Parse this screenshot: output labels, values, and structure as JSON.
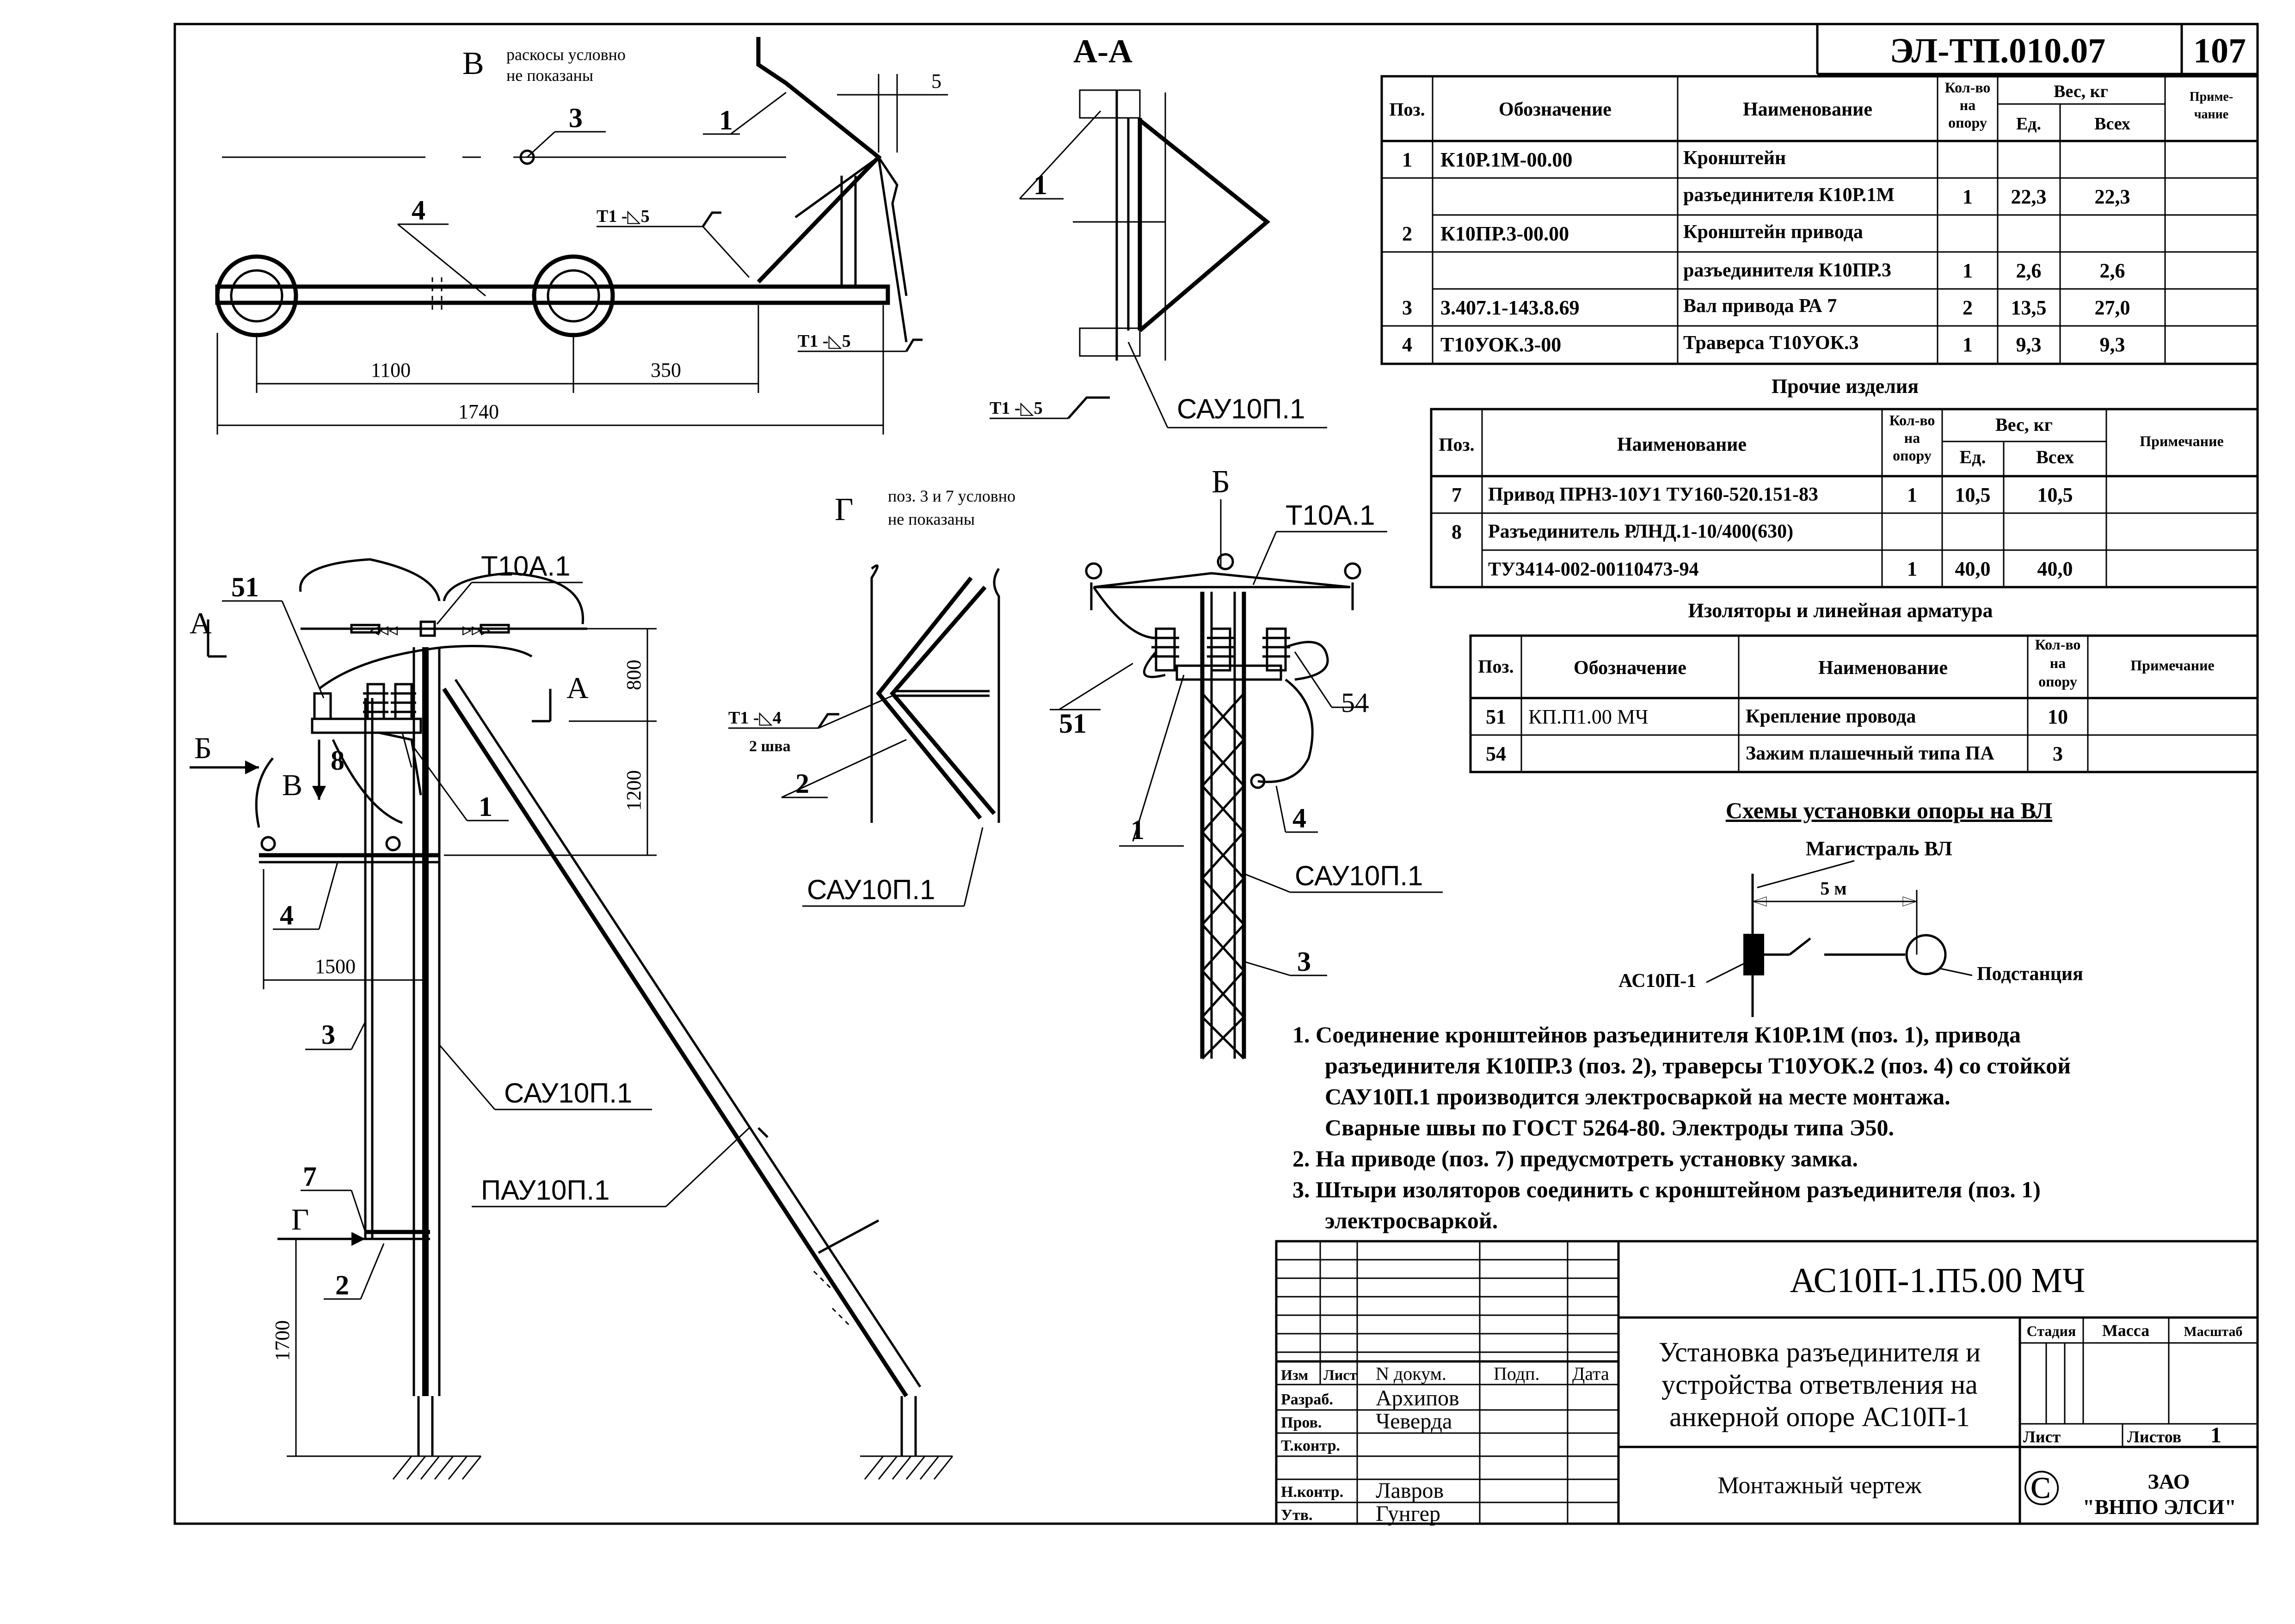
{
  "header": {
    "doc_code": "ЭЛ-ТП.010.07",
    "sheet_no": "107"
  },
  "table_main": {
    "headers": {
      "pos": "Поз.",
      "designation": "Обозначение",
      "name": "Наименование",
      "qty": "Кол-во на опору",
      "weight": "Вес, кг",
      "unit": "Ед.",
      "total": "Всех",
      "note": "Приме-чание"
    },
    "rows": [
      {
        "pos": "1",
        "designation": "К10Р.1М-00.00",
        "name": "Кронштейн",
        "qty": "",
        "unit": "",
        "total": ""
      },
      {
        "pos": "",
        "designation": "",
        "name": "разъединителя К10Р.1М",
        "qty": "1",
        "unit": "22,3",
        "total": "22,3"
      },
      {
        "pos": "2",
        "designation": "К10ПР.3-00.00",
        "name": "Кронштейн привода",
        "qty": "",
        "unit": "",
        "total": ""
      },
      {
        "pos": "",
        "designation": "",
        "name": "разъединителя К10ПР.3",
        "qty": "1",
        "unit": "2,6",
        "total": "2,6"
      },
      {
        "pos": "3",
        "designation": "3.407.1-143.8.69",
        "name": "Вал привода РА 7",
        "qty": "2",
        "unit": "13,5",
        "total": "27,0"
      },
      {
        "pos": "4",
        "designation": "Т10УОК.3-00",
        "name": "Траверса Т10УОК.3",
        "qty": "1",
        "unit": "9,3",
        "total": "9,3"
      }
    ]
  },
  "table_other": {
    "title": "Прочие изделия",
    "headers": {
      "pos": "Поз.",
      "name": "Наименование",
      "qty": "Кол-во на опору",
      "weight": "Вес, кг",
      "unit": "Ед.",
      "total": "Всех",
      "note": "Примечание"
    },
    "rows": [
      {
        "pos": "7",
        "name": "Привод ПРНЗ-10У1 ТУ160-520.151-83",
        "qty": "1",
        "unit": "10,5",
        "total": "10,5"
      },
      {
        "pos": "8",
        "name": "Разъединитель РЛНД.1-10/400(630)",
        "qty": "",
        "unit": "",
        "total": ""
      },
      {
        "pos": "",
        "name": "ТУ3414-002-00110473-94",
        "qty": "1",
        "unit": "40,0",
        "total": "40,0"
      }
    ]
  },
  "table_insul": {
    "title": "Изоляторы и линейная арматура",
    "headers": {
      "pos": "Поз.",
      "designation": "Обозначение",
      "name": "Наименование",
      "qty": "Кол-во на опору",
      "note": "Примечание"
    },
    "rows": [
      {
        "pos": "51",
        "designation": "КП.П1.00 МЧ",
        "name": "Крепление провода",
        "qty": "10"
      },
      {
        "pos": "54",
        "designation": "",
        "name": "Зажим плашечный типа ПА",
        "qty": "3"
      }
    ]
  },
  "scheme": {
    "title": "Схемы установки опоры на ВЛ",
    "main_line": "Магистраль ВЛ",
    "distance": "5 м",
    "pole": "АС10П-1",
    "substation": "Подстанция"
  },
  "notes": [
    "1. Соединение кронштейнов разъединителя К10Р.1М (поз. 1), привода",
    "разъединителя К10ПР.3 (поз. 2), траверсы   Т10УОК.2 (поз. 4) со стойкой",
    "САУ10П.1 производится электросваркой на месте монтажа.",
    "Сварные швы по ГОСТ 5264-80. Электроды типа Э50.",
    "2. На приводе (поз. 7) предусмотреть установку замка.",
    "3. Штыри изоляторов соединить с кронштейном разъединителя (поз. 1)",
    "электросваркой."
  ],
  "view_b_top": {
    "letter": "В",
    "note_1": "раскосы условно",
    "note_2": "не показаны",
    "pos_1": "1",
    "pos_3": "3",
    "pos_4": "4",
    "weld_1": "Т1 -◺5",
    "weld_2": "Т1 -◺5",
    "dim_5": "5",
    "dim_1100": "1100",
    "dim_350": "350",
    "dim_1740": "1740"
  },
  "section_aa": {
    "title": "А-А",
    "pos_1": "1",
    "weld": "Т1 -◺5",
    "pole": "САУ10П.1"
  },
  "view_g": {
    "letter": "Г",
    "note_1": "поз. 3 и 7 условно",
    "note_2": "не показаны",
    "weld": "Т1 -◺4",
    "weld_sub": "2 шва",
    "pos_2": "2",
    "pole": "САУ10П.1"
  },
  "view_b_side": {
    "letter": "Б",
    "t10a": "Т10А.1",
    "pos_51": "51",
    "pos_54": "54",
    "pos_1": "1",
    "pos_4": "4",
    "pole": "САУ10П.1",
    "pos_3": "3"
  },
  "main_view": {
    "pos_51": "51",
    "t10a": "Т10А.1",
    "arrow_a_left": "А",
    "arrow_a_right": "А",
    "arrow_b": "Б",
    "arrow_v": "В",
    "pos_8": "8",
    "pos_1": "1",
    "pos_4": "4",
    "pos_3": "3",
    "pole": "САУ10П.1",
    "strut": "ПАУ10П.1",
    "pos_7": "7",
    "arrow_g": "Г",
    "pos_2": "2",
    "dim_800": "800",
    "dim_1200": "1200",
    "dim_1500": "1500",
    "dim_1700": "1700"
  },
  "title_block": {
    "doc_number": "АС10П-1.П5.00 МЧ",
    "title_1": "Установка разъединителя и",
    "title_2": "устройства ответвления на",
    "title_3": "анкерной опоре АС10П-1",
    "subtitle": "Монтажный чертеж",
    "col_izm": "Изм",
    "col_list": "Лист",
    "col_ndoc": "N докум.",
    "col_podp": "Подп.",
    "col_date": "Дата",
    "role_razrab": "Разраб.",
    "role_prov": "Пров.",
    "role_tkontr": "Т.контр.",
    "role_nkontr": "Н.контр.",
    "role_utv": "Утв.",
    "name_razrab": "Архипов",
    "name_prov": "Чеверда",
    "name_nkontr": "Лавров",
    "name_utv": "Гунгер",
    "stadia": "Стадия",
    "massa": "Масса",
    "masshtab": "Масштаб",
    "list": "Лист",
    "listov": "Листов",
    "listov_value": "1",
    "company_1": "ЗАО",
    "company_2": "\"ВНПО ЭЛСИ\"",
    "copyright": "©"
  }
}
